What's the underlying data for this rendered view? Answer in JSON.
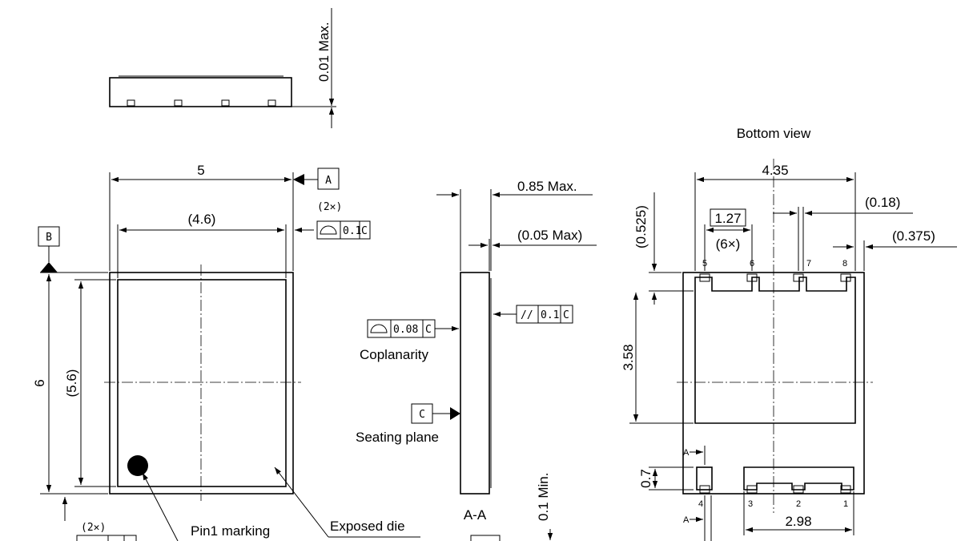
{
  "side_view_top": {
    "height_max": "0.01 Max."
  },
  "top_view": {
    "width": "5",
    "inner_width": "(4.6)",
    "height": "6",
    "inner_height": "(5.6)",
    "datum_a": "A",
    "datum_b": "B",
    "count_top": "(2✕)",
    "count_bottom": "(2✕)",
    "profile_tolerance": "0.1",
    "profile_datum": "C",
    "pin1_label": "Pin1 marking",
    "exposed_die_label": "Exposed die"
  },
  "side_view": {
    "thickness": "0.85 Max.",
    "standoff": "(0.05 Max)",
    "coplanarity_value": "0.08",
    "coplanarity_datum": "C",
    "coplanarity_label": "Coplanarity",
    "parallelism_symbol": "//",
    "parallelism_value": "0.1",
    "parallelism_datum": "C",
    "datum_c": "C",
    "seating_plane_label": "Seating plane",
    "section_label": "A-A",
    "clearance_min": "0.1 Min."
  },
  "bottom_view": {
    "title": "Bottom view",
    "width": "4.35",
    "pitch": "1.27",
    "pitch_count": "(6×)",
    "lead_width": "(0.18)",
    "edge_offset": "(0.375)",
    "top_offset": "(0.525)",
    "pad_height": "3.58",
    "lead_length": "0.7",
    "pad_width": "2.98",
    "section_mark_top": "A",
    "section_mark_bottom": "A",
    "pins_top": [
      "5",
      "6",
      "7",
      "8"
    ],
    "pins_bottom": [
      "4",
      "3",
      "2",
      "1"
    ]
  }
}
